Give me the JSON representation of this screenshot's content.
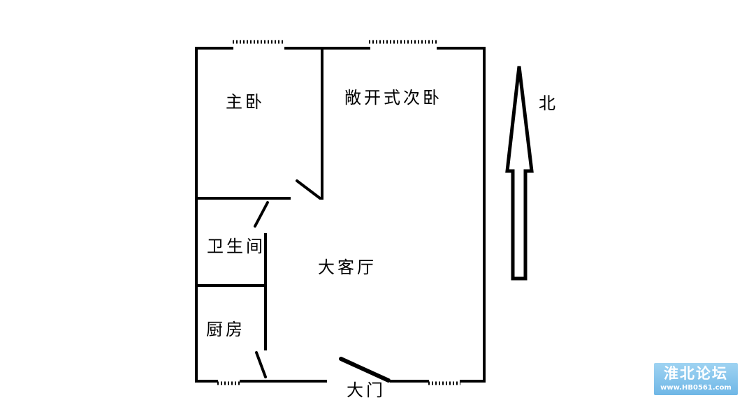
{
  "rooms": {
    "master_bedroom": "主卧",
    "open_bedroom": "敞开式次卧",
    "bathroom": "卫生间",
    "living_room": "大客厅",
    "kitchen": "厨房",
    "main_door": "大门"
  },
  "compass": {
    "north_label": "北"
  },
  "watermark": {
    "title": "淮北论坛",
    "url": "www.HB0561.com"
  },
  "colors": {
    "wall": "#000000",
    "background": "#ffffff",
    "watermark": "#7fc2ea"
  }
}
